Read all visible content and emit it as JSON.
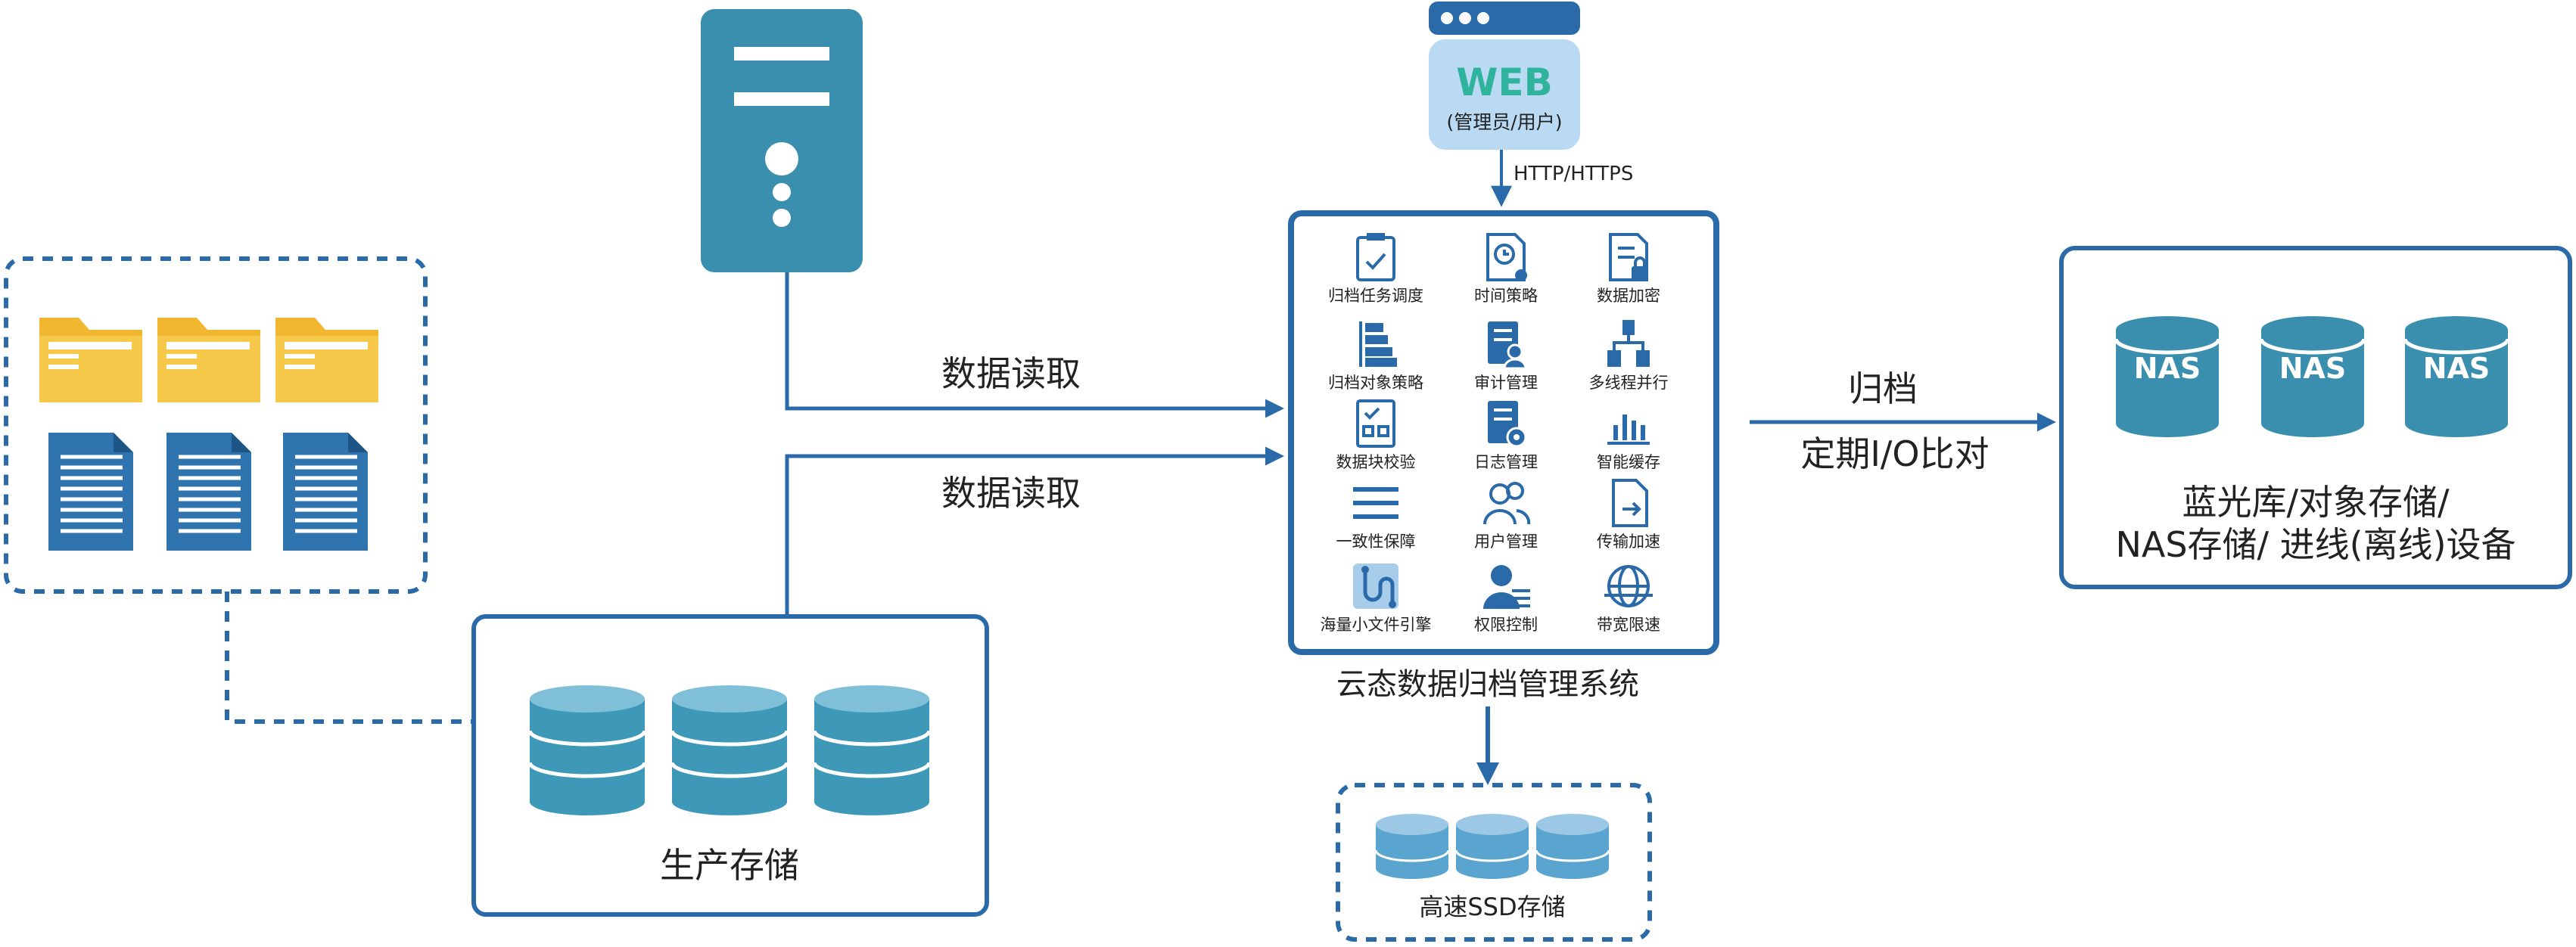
{
  "web": {
    "title": "WEB",
    "subtitle": "(管理员/用户)"
  },
  "protocol_label": "HTTP/HTTPS",
  "read_label_1": "数据读取",
  "read_label_2": "数据读取",
  "archive_label": "归档",
  "compare_label": "定期I/O比对",
  "system": {
    "title": "云态数据归档管理系统",
    "features": [
      {
        "label": "归档任务调度",
        "icon": "clipboard-schedule-icon"
      },
      {
        "label": "时间策略",
        "icon": "clock-document-icon"
      },
      {
        "label": "数据加密",
        "icon": "lock-document-icon"
      },
      {
        "label": "归档对象策略",
        "icon": "object-tree-icon"
      },
      {
        "label": "审计管理",
        "icon": "audit-user-icon"
      },
      {
        "label": "多线程并行",
        "icon": "multithread-docs-icon"
      },
      {
        "label": "数据块校验",
        "icon": "block-check-icon"
      },
      {
        "label": "日志管理",
        "icon": "log-gear-icon"
      },
      {
        "label": "智能缓存",
        "icon": "cache-bars-icon"
      },
      {
        "label": "一致性保障",
        "icon": "lines-icon"
      },
      {
        "label": "用户管理",
        "icon": "users-icon"
      },
      {
        "label": "传输加速",
        "icon": "file-transfer-icon"
      },
      {
        "label": "海量小文件引擎",
        "icon": "puzzle-engine-icon"
      },
      {
        "label": "权限控制",
        "icon": "user-permission-icon"
      },
      {
        "label": "带宽限速",
        "icon": "globe-bandwidth-icon"
      }
    ]
  },
  "production_storage_label": "生产存储",
  "ssd_storage_label": "高速SSD存储",
  "nas": {
    "badges": [
      "NAS",
      "NAS",
      "NAS"
    ],
    "line1": "蓝光库/对象存储/",
    "line2": "NAS存储/ 进线(离线)设备"
  },
  "colors": {
    "primary": "#2a6aa8",
    "server": "#3a8fae",
    "folder": "#f2b731",
    "document": "#2f74ae",
    "disk": "#4a9fbe",
    "web_fill": "#b9daf2",
    "web_text": "#2fb39c"
  }
}
